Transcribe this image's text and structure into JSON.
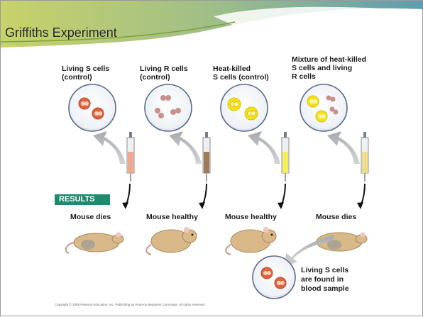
{
  "slide": {
    "title": "Griffiths Experiment"
  },
  "experiment": {
    "columns": [
      {
        "label": "Living S cells\n(control)",
        "outcome": "Mouse dies"
      },
      {
        "label": "Living R cells\n(control)",
        "outcome": "Mouse healthy"
      },
      {
        "label": "Heat-killed\nS cells (control)",
        "outcome": "Mouse healthy"
      },
      {
        "label": "Mixture of heat-killed\nS cells and living\nR cells",
        "outcome": "Mouse dies"
      }
    ],
    "results_label": "RESULTS",
    "found_label": "Living S cells\nare found in\nblood sample",
    "copyright": "Copyright © 2005 Pearson Education, Inc. Publishing as Pearson Benjamin Cummings. All rights reserved."
  },
  "colors": {
    "results_bar": "#1f8a6d",
    "s_cell": "#e0623f",
    "r_cell": "#c88f8c",
    "heat_killed_ring": "#f2e21a",
    "mouse": "#d9b98a"
  }
}
